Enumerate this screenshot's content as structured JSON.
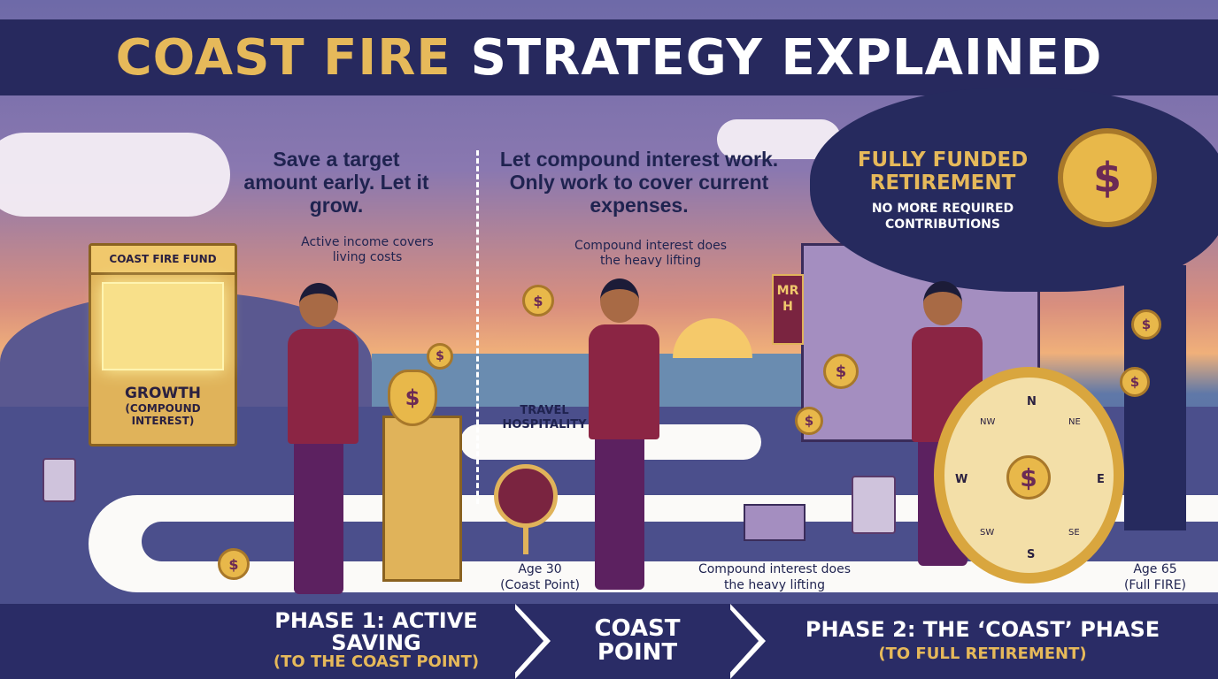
{
  "title": {
    "part1": "COAST FIRE",
    "part2": "STRATEGY EXPLAINED"
  },
  "left_section": {
    "headline": "Save a target amount early. Let it grow.",
    "note": "Active income covers living costs",
    "fund_machine": {
      "sign": "COAST FIRE FUND",
      "label_main": "GROWTH",
      "label_sub": "(COMPOUND INTEREST)"
    }
  },
  "middle_section": {
    "headline": "Let compound interest work. Only work to cover current expenses.",
    "note": "Compound interest does the heavy lifting",
    "job_sign": "TRAVEL HOSPITALITY",
    "building_sign": "MRH"
  },
  "right_section": {
    "title": "FULLY FUNDED RETIREMENT",
    "subtitle": "NO MORE REQUIRED CONTRIBUTIONS",
    "compass": {
      "n": "N",
      "ne": "NE",
      "e": "E",
      "se": "SE",
      "s": "S",
      "sw": "SW",
      "w": "W",
      "nw": "NW",
      "center": "$"
    }
  },
  "path_labels": {
    "age30": "Age 30",
    "age30_sub": "(Coast Point)",
    "compound_note": "Compound interest does the heavy lifting",
    "age65": "Age 65",
    "age65_sub": "(Full FIRE)"
  },
  "coin_symbol": "$",
  "phases": [
    {
      "title": "PHASE 1: ACTIVE SAVING",
      "subtitle": "(TO THE COAST POINT)"
    },
    {
      "title": "COAST POINT",
      "subtitle": ""
    },
    {
      "title": "PHASE 2: THE ‘COAST’ PHASE",
      "subtitle": "(TO FULL RETIREMENT)"
    }
  ],
  "colors": {
    "navy": "#2a2c66",
    "gold": "#e6b95a",
    "maroon": "#8b2544"
  }
}
